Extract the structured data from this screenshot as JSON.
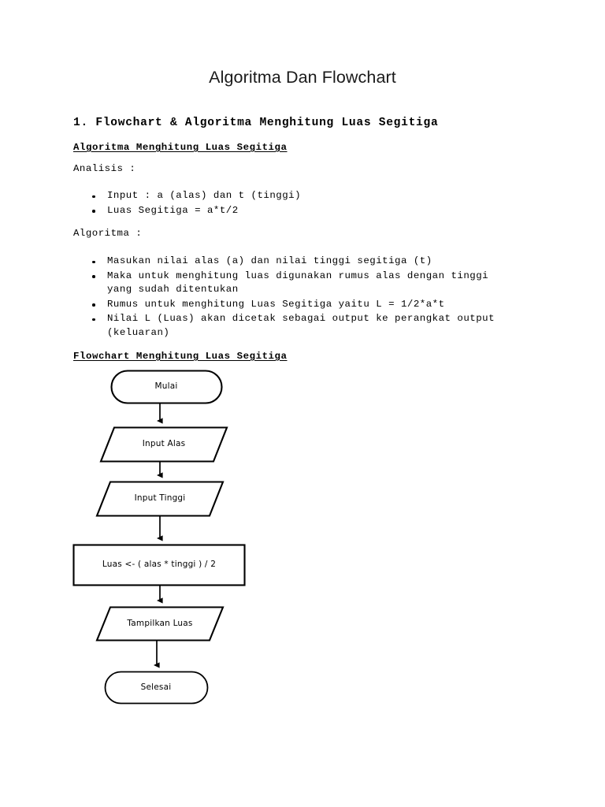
{
  "document": {
    "title": "Algoritma Dan Flowchart",
    "section_heading": "1. Flowchart & Algoritma Menghitung Luas Segitiga",
    "algoritma_subheading": "Algoritma Menghitung Luas Segitiga",
    "flowchart_subheading": "Flowchart Menghitung Luas Segitiga",
    "analisis_label": "Analisis :",
    "algoritma_label": "Algoritma :",
    "analisis_items": [
      "Input : a (alas) dan t (tinggi)",
      "Luas Segitiga = a*t/2"
    ],
    "algoritma_items": [
      "Masukan nilai alas (a) dan nilai tinggi segitiga (t)",
      "Maka untuk menghitung luas digunakan rumus alas dengan tinggi",
      "Rumus untuk menghitung Luas Segitiga yaitu L = 1/2*a*t",
      "Nilai L (Luas) akan dicetak sebagai output ke perangkat output"
    ],
    "algoritma_item2_cont": "yang sudah ditentukan",
    "algoritma_item4_cont": "(keluaran)"
  },
  "flowchart": {
    "nodes": [
      {
        "id": "mulai",
        "shape": "terminator",
        "label": "Mulai"
      },
      {
        "id": "input-alas",
        "shape": "parallelogram",
        "label": "Input Alas"
      },
      {
        "id": "input-tinggi",
        "shape": "parallelogram",
        "label": "Input Tinggi"
      },
      {
        "id": "hitung-luas",
        "shape": "process",
        "label": "Luas <- ( alas * tinggi ) / 2"
      },
      {
        "id": "tampilkan-luas",
        "shape": "parallelogram",
        "label": "Tampilkan Luas"
      },
      {
        "id": "selesai",
        "shape": "terminator",
        "label": "Selesai"
      }
    ],
    "stroke_color": "#000000",
    "fill_color": "#ffffff"
  }
}
